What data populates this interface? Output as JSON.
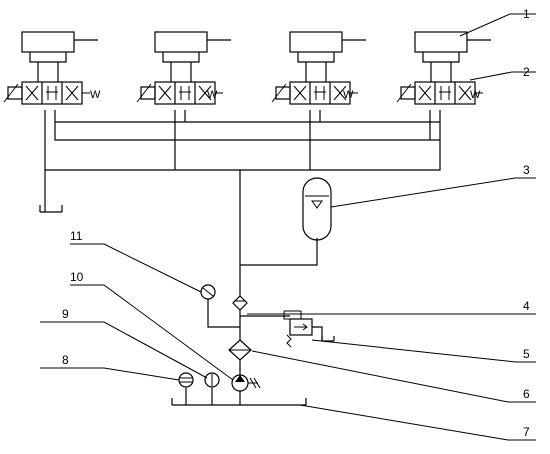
{
  "diagram": {
    "callouts": [
      "1",
      "2",
      "3",
      "4",
      "5",
      "6",
      "7",
      "8",
      "9",
      "10",
      "11"
    ],
    "spring_mark": "W"
  }
}
